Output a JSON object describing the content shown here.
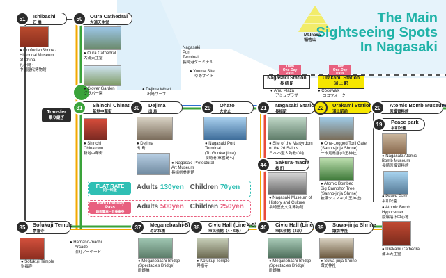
{
  "title": {
    "line1": "The Main",
    "line2": "Sightseeing Spots",
    "line3": "In Nagasaki"
  },
  "mt_inasa": {
    "en": "Mt.Inasa",
    "jp": "稲佐山"
  },
  "stops": {
    "s51": {
      "num": "51",
      "en": "Ishibashi",
      "jp": "石 橋"
    },
    "s50": {
      "num": "50",
      "en": "Oura Cathedral",
      "jp": "大浦天主堂"
    },
    "s31": {
      "num": "31",
      "en": "Shinchi Chinatown",
      "jp": "新地中華街"
    },
    "s30": {
      "num": "30",
      "en": "Dejima",
      "jp": "出 島"
    },
    "s29": {
      "num": "29",
      "en": "Ohato",
      "jp": "大波止"
    },
    "s21": {
      "num": "21",
      "en": "Nagasaki Station",
      "jp": "長崎駅"
    },
    "s22": {
      "num": "22",
      "en": "Urakami Station",
      "jp": "浦上駅前"
    },
    "s20": {
      "num": "20",
      "en": "Atomic Bomb Museum",
      "jp": "原爆資料館"
    },
    "s19": {
      "num": "19",
      "en": "Peace park",
      "jp": "平和公園"
    },
    "s44": {
      "num": "44",
      "en": "Sakura-machi",
      "jp": "桜 町"
    },
    "s35": {
      "num": "35",
      "en": "Sofukuji Temple",
      "jp": "崇福寺"
    },
    "s37": {
      "num": "37",
      "en": "Meganebashi-Bridge",
      "jp": "めがね橋"
    },
    "s38": {
      "num": "38",
      "en": "Civic Hall (Line 4-5)",
      "jp": "市民会館（4・5系）"
    },
    "s40": {
      "num": "40",
      "en": "Civic Hall (Line 3)",
      "jp": "市民会館（3系）"
    },
    "s39": {
      "num": "39",
      "en": "Suwa-jinja Shrine",
      "jp": "諏訪神社"
    }
  },
  "stations": {
    "nagasaki": {
      "en": "Nagasaki Station",
      "jp": "長 崎 駅"
    },
    "urakami": {
      "en": "Urakami Station",
      "jp": "浦 上 駅"
    }
  },
  "transfer": {
    "en": "Transfer",
    "jp": "乗り継ぎ"
  },
  "pass_tag": {
    "line1": "Tram",
    "line2": "One-Day",
    "line3": "Pass"
  },
  "spots": {
    "confucian": [
      "ConfucianShrine /",
      "Historical Museum",
      "of China",
      "孔子廟・",
      "中国歴代博物館"
    ],
    "oura": [
      "Oura Cathedral",
      "大浦天主堂"
    ],
    "glover": [
      "Glover Garden",
      "グラバー園"
    ],
    "chinatown": [
      "Shinchi",
      "Chinatown",
      "新地中華街"
    ],
    "dejima": [
      "Dejima",
      "出 島"
    ],
    "art_museum": [
      "Nagasaki Prefectural",
      "Art Museum",
      "長崎県美術館"
    ],
    "port_terminal": [
      "Nagasaki Port",
      "Terminal",
      "(To Gunkanjima)",
      "長崎港(軍艦島へ)"
    ],
    "martyrdom": [
      "Site of the Martyrdom",
      "of the 26 Saints",
      "日本26聖人殉教の地"
    ],
    "torii": [
      "One-Legged Torii Gate",
      "(Sanno-jinja Shrine)",
      "一本足鳥居(山王神社)"
    ],
    "camphor": [
      "Atomic Bombed",
      "Big Camphor Tree",
      "(Sanno-jinja Shrine)",
      "被爆クスノキ(山王神社)"
    ],
    "history_museum": [
      "Nagasaki Museum of",
      "History and Culture",
      "長崎歴史文化博物館"
    ],
    "ab_museum": [
      "Nagasaki Atomic",
      "Bomb Museum",
      "長崎原爆資料館"
    ],
    "peace_park": [
      "Peace Park",
      "平和公園"
    ],
    "hypocenter": [
      "Atomic Bomb",
      "Hypocenter",
      "原爆落下中心地"
    ],
    "urakami_cath": [
      "Urakami Cathedral",
      "浦上天主堂"
    ],
    "sofukuji": [
      "Sofukuji",
      "Temple",
      "崇福寺"
    ],
    "meganebashi": [
      "Meganebashi Bridge",
      "(Spectacles Bridge)",
      "眼鏡橋"
    ],
    "kofukuji": [
      "Kofukuji Temple",
      "興福寺"
    ],
    "meganebashi2": [
      "Meganebashi Bridge",
      "(Spectacles Bridge)",
      "眼鏡橋"
    ],
    "suwa": [
      "Suwa-jinja Shrine",
      "諏訪神社"
    ]
  },
  "landmarks": {
    "port_terminal": [
      "Nagasaki",
      "Port",
      "Terminal",
      "長崎港ターミナル"
    ],
    "youme": [
      "Youme Site",
      "ゆめサイト"
    ],
    "dejima_wharf": [
      "Dejima Wharf",
      "出島ワーフ"
    ],
    "amu_plaza": [
      "Amu Plaza",
      "アミュプラザ"
    ],
    "cocowalk": [
      "Cocowalk",
      "ココウォーク"
    ],
    "hamano": [
      "Hamano-machi",
      "Arcade",
      "浜町アーケード"
    ]
  },
  "fares": {
    "flat": {
      "label": "FLAT RATE",
      "label_jp": "同一料金",
      "adult_label": "Adults",
      "adult": "130yen",
      "child_label": "Children",
      "child": "70yen"
    },
    "pass": {
      "label1": "Tram One-Day",
      "label2": "Pass",
      "label_jp": "路面電車一日乗車券",
      "adult_label": "Adults",
      "adult": "500yen",
      "child_label": "Children",
      "child": "250yen"
    }
  },
  "colors": {
    "title": "#21b3a8",
    "tram_yellow": "#f6e600",
    "flat_rate": "#2fbfb4",
    "pass": "#e8607f",
    "line_green": "#3aa33a",
    "water": "#dff0fa"
  }
}
